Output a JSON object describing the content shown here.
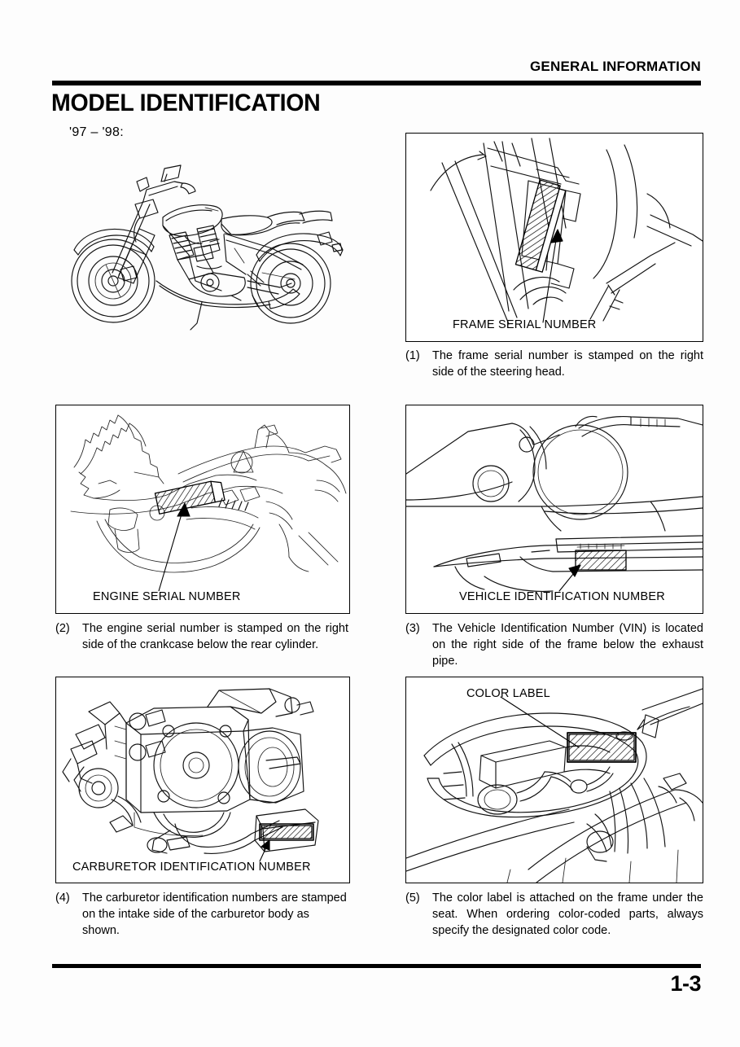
{
  "header": {
    "running_head": "GENERAL INFORMATION"
  },
  "title": "MODEL IDENTIFICATION",
  "subtitle": "'97 – '98:",
  "figures": [
    {
      "id": "motorcycle",
      "label": "",
      "alt": "Left side view line drawing of cruiser motorcycle"
    },
    {
      "id": "frame-serial",
      "label": "FRAME SERIAL NUMBER"
    },
    {
      "id": "engine-serial",
      "label": "ENGINE SERIAL NUMBER"
    },
    {
      "id": "vehicle-identification",
      "label": "VEHICLE IDENTIFICATION NUMBER"
    },
    {
      "id": "carburetor-identification",
      "label": "CARBURETOR IDENTIFICATION NUMBER"
    },
    {
      "id": "color-label",
      "label": "COLOR LABEL"
    }
  ],
  "captions": [
    {
      "number": "(1)",
      "text": "The frame serial number is stamped on the right side of the steering head."
    },
    {
      "number": "(2)",
      "text": "The engine serial number is stamped on the right side of the crankcase below the rear cylinder."
    },
    {
      "number": "(3)",
      "text": "The Vehicle Identification Number (VIN) is located on the right side of the frame below the exhaust pipe."
    },
    {
      "number": "(4)",
      "text": "The carburetor identification numbers are stamped on the intake side of the carburetor body as shown."
    },
    {
      "number": "(5)",
      "text": "The color label is attached on the frame under the seat. When ordering color-coded parts, always specify the designated color code."
    }
  ],
  "footer": {
    "page_number": "1-3"
  },
  "colors": {
    "ink": "#000000",
    "paper": "#ffffff"
  }
}
